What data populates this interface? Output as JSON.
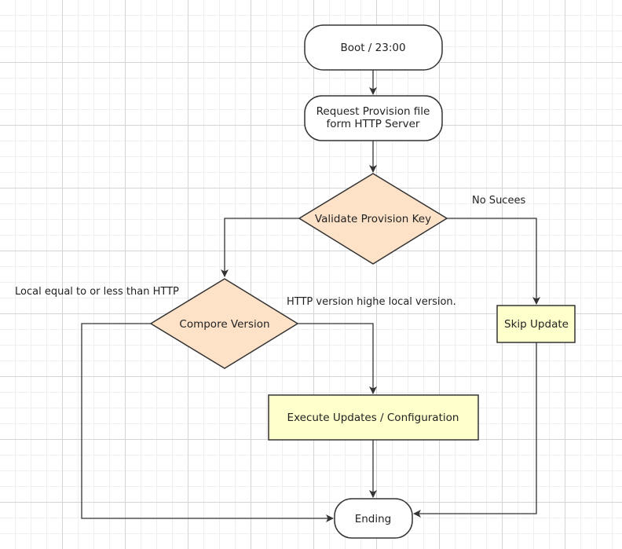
{
  "colors": {
    "stroke": "#333333",
    "terminal_fill": "#ffffff",
    "decision_fill": "#fde2c8",
    "process_fill": "#ffffcc"
  },
  "nodes": {
    "boot": {
      "label": "Boot / 23:00"
    },
    "request": {
      "line1": "Request Provision file",
      "line2": "form HTTP Server"
    },
    "validate": {
      "label": "Validate Provision Key"
    },
    "compare": {
      "label": "Compore Version"
    },
    "execute": {
      "label": "Execute Updates / Configuration"
    },
    "skip": {
      "label": "Skip Update"
    },
    "ending": {
      "label": "Ending"
    }
  },
  "edges": {
    "no_success": "No Sucees",
    "local_le_http": "Local equal to or less than HTTP",
    "http_higher": "HTTP version highe local version."
  }
}
